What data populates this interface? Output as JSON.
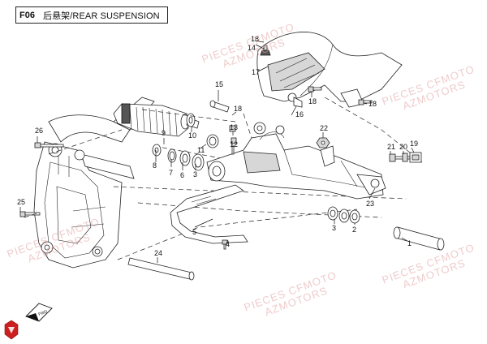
{
  "header": {
    "code": "F06",
    "title": "后悬架/REAR SUSPENSION"
  },
  "watermark": {
    "line1": "PIECES CFMOTO",
    "line2": "AZMOTORS",
    "color": "#e0a0a0"
  },
  "callouts": [
    "1",
    "2",
    "3",
    "4",
    "5",
    "6",
    "7",
    "8",
    "9",
    "10",
    "11",
    "12",
    "13",
    "14",
    "15",
    "16",
    "17",
    "18",
    "18",
    "18",
    "19",
    "20",
    "21",
    "22",
    "23",
    "24",
    "25",
    "26"
  ],
  "icons": {
    "front_arrow": "front-direction-arrow-icon",
    "brand": "brand-logo-icon"
  },
  "front_label": "FWD"
}
